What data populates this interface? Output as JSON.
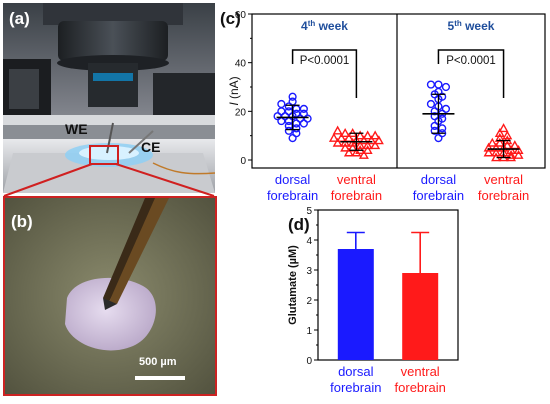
{
  "panels": {
    "a": {
      "label": "(a)",
      "we_label": "WE",
      "ce_label": "CE"
    },
    "b": {
      "label": "(b)",
      "scale_bar": "500 µm"
    },
    "c": {
      "label": "(c)"
    },
    "d": {
      "label": "(d)"
    }
  },
  "colors": {
    "dorsal": "#1a1aff",
    "ventral": "#ff1a1a",
    "title": "#1f4e9c",
    "frame": "#cc2222"
  },
  "chart_data": [
    {
      "type": "scatter",
      "panel": "c",
      "title_prefix": "4",
      "title_sup": "th",
      "title_suffix": " week",
      "ylabel_italic": "I",
      "ylabel_rest": " (nA)",
      "ylim": [
        0,
        60
      ],
      "yticks": [
        "0",
        "20",
        "40",
        "60"
      ],
      "categories": [
        {
          "line1": "dorsal",
          "line2": "forebrain"
        },
        {
          "line1": "ventral",
          "line2": "forebrain"
        }
      ],
      "pvalue": "P<0.0001",
      "series": [
        {
          "marker": "circle",
          "mean": 17.5,
          "sd": 5,
          "values": [
            26,
            24,
            23,
            22,
            21,
            21,
            20,
            20,
            19,
            19,
            18,
            18,
            18,
            17,
            17,
            16,
            16,
            15,
            15,
            14,
            13,
            12,
            11,
            9
          ]
        },
        {
          "marker": "triangle",
          "mean": 7.5,
          "sd": 3.5,
          "values": [
            12,
            11,
            11,
            10,
            10,
            10,
            9,
            9,
            9,
            8,
            8,
            8,
            8,
            7,
            7,
            7,
            6,
            6,
            6,
            5,
            5,
            4,
            4,
            3,
            3,
            2
          ]
        }
      ]
    },
    {
      "type": "scatter",
      "panel": "c",
      "title_prefix": "5",
      "title_sup": "th",
      "title_suffix": " week",
      "ylim": [
        0,
        60
      ],
      "categories": [
        {
          "line1": "dorsal",
          "line2": "forebrain"
        },
        {
          "line1": "ventral",
          "line2": "forebrain"
        }
      ],
      "pvalue": "P<0.0001",
      "series": [
        {
          "marker": "circle",
          "mean": 19,
          "sd": 8,
          "values": [
            31,
            31,
            30,
            28,
            27,
            26,
            25,
            23,
            22,
            21,
            20,
            19,
            18,
            17,
            16,
            14,
            13,
            12,
            11,
            9
          ]
        },
        {
          "marker": "triangle",
          "mean": 4.5,
          "sd": 3.5,
          "values": [
            13,
            11,
            10,
            9,
            8,
            7,
            7,
            6,
            6,
            5,
            5,
            5,
            4,
            4,
            3,
            3,
            3,
            2,
            2,
            1,
            1,
            1
          ]
        }
      ]
    },
    {
      "type": "bar",
      "panel": "d",
      "ylabel": "Glutamate (µM)",
      "ylim": [
        0,
        5
      ],
      "yticks": [
        "0",
        "1",
        "2",
        "3",
        "4",
        "5"
      ],
      "categories": [
        {
          "line1": "dorsal",
          "line2": "forebrain"
        },
        {
          "line1": "ventral",
          "line2": "forebrain"
        }
      ],
      "values": [
        3.7,
        2.9
      ],
      "errors": [
        0.55,
        1.35
      ]
    }
  ]
}
